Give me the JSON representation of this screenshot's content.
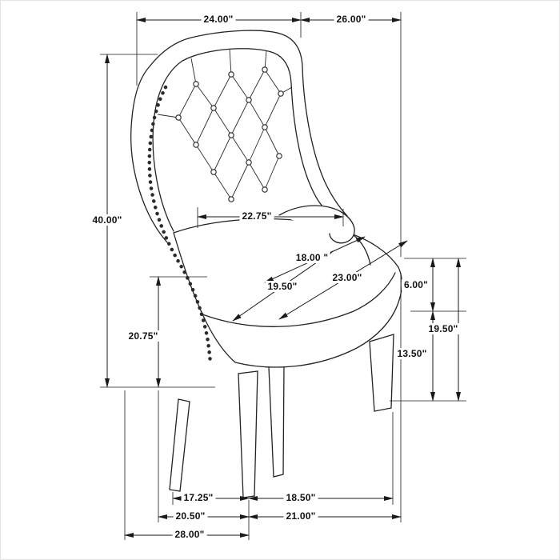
{
  "colors": {
    "line": "#1a1a1a",
    "background": "#ffffff"
  },
  "dimensions": {
    "top_width": "24.00\"",
    "top_depth": "26.00\"",
    "overall_height": "40.00\"",
    "arm_height": "20.75\"",
    "inner_back_width": "22.75\"",
    "seat_depth": "18.00 \"",
    "seat_diagonal": "23.00\"",
    "seat_width": "19.50\"",
    "arm_above_seat": "6.00\"",
    "leg_height": "13.50\"",
    "seat_height": "19.50\"",
    "front_leg_span": "17.25\"",
    "side_leg_span": "18.50\"",
    "base_width": "20.50\"",
    "base_depth": "21.00\"",
    "overall_depth": "28.00\""
  }
}
